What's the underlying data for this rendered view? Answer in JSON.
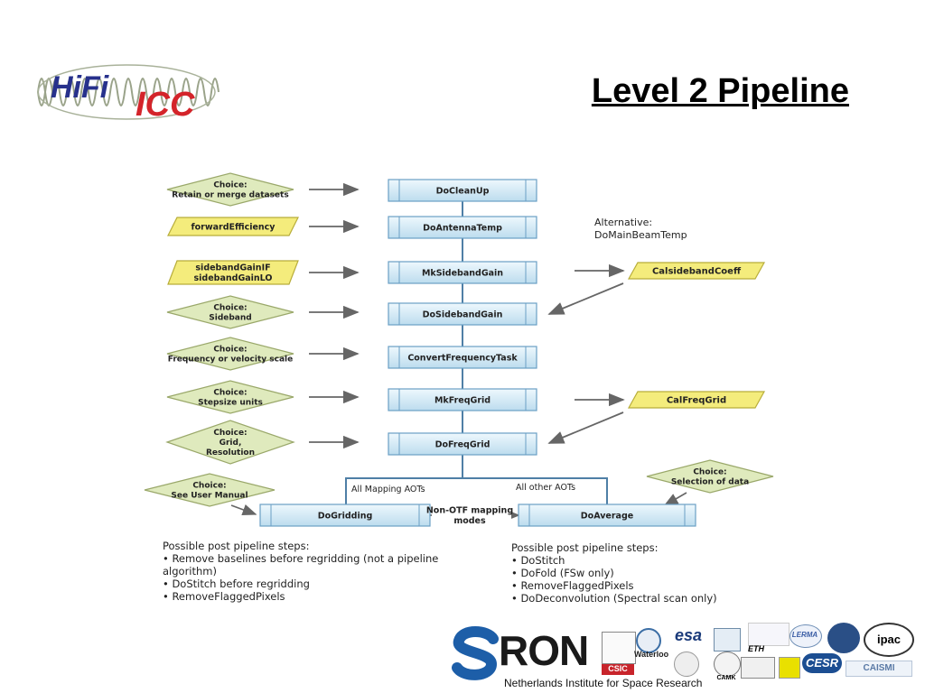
{
  "title": "Level 2 Pipeline",
  "logo": {
    "hifi": "HiFi",
    "icc": "ICC"
  },
  "pipeline_steps": [
    "DoCleanUp",
    "DoAntennaTemp",
    "MkSidebandGain",
    "DoSidebandGain",
    "ConvertFrequencyTask",
    "MkFreqGrid",
    "DoFreqGrid"
  ],
  "left_inputs": [
    {
      "shape": "diamond",
      "lines": [
        "Choice:",
        "Retain or merge datasets"
      ]
    },
    {
      "shape": "parallelogram",
      "lines": [
        "forwardEfficiency"
      ]
    },
    {
      "shape": "parallelogram",
      "lines": [
        "sidebandGainIF",
        "sidebandGainLO"
      ]
    },
    {
      "shape": "diamond",
      "lines": [
        "Choice:",
        "Sideband"
      ]
    },
    {
      "shape": "diamond",
      "lines": [
        "Choice:",
        "Frequency or velocity scale"
      ]
    },
    {
      "shape": "diamond",
      "lines": [
        "Choice:",
        "Stepsize units"
      ]
    },
    {
      "shape": "diamond",
      "lines": [
        "Choice:",
        "Grid,",
        "Resolution"
      ]
    }
  ],
  "alternative_note": [
    "Alternative:",
    "DoMainBeamTemp"
  ],
  "right_outputs": [
    "CalsidebandCoeff",
    "CalFreqGrid"
  ],
  "branches": {
    "left_label": "All Mapping AOTs",
    "right_label": "All other AOTs",
    "middle_label": [
      "Non-OTF mapping",
      "modes"
    ],
    "left_step": "DoGridding",
    "right_step": "DoAverage",
    "left_choice": [
      "Choice:",
      "See User Manual"
    ],
    "right_choice": [
      "Choice:",
      "Selection of data"
    ]
  },
  "notes_left": {
    "heading": "Possible post pipeline steps:",
    "items": [
      "• Remove baselines before regridding (not a pipeline",
      "algorithm)",
      "• DoStitch before regridding",
      "• RemoveFlaggedPixels"
    ]
  },
  "notes_right": {
    "heading": "Possible post pipeline steps:",
    "items": [
      "• DoStitch",
      "• DoFold (FSw only)",
      "• RemoveFlaggedPixels",
      "• DoDeconvolution (Spectral scan only)"
    ]
  },
  "footer": {
    "sron": "RON",
    "sron_sub": "Netherlands Institute for Space Research",
    "partners": [
      "CSIC",
      "Waterloo",
      "esa",
      "ETH",
      "CAMK",
      "CESR",
      "ipac",
      "LERMA",
      "CAISMI"
    ]
  },
  "colors": {
    "box_fill": "#d6ecf7",
    "box_stroke": "#6a9fc4",
    "diamond_fill": "#dfeabd",
    "para_fill": "#f4ec7c",
    "connector": "#4f7fa6",
    "arrow": "#666666",
    "sron_blue": "#1d5ea8"
  }
}
